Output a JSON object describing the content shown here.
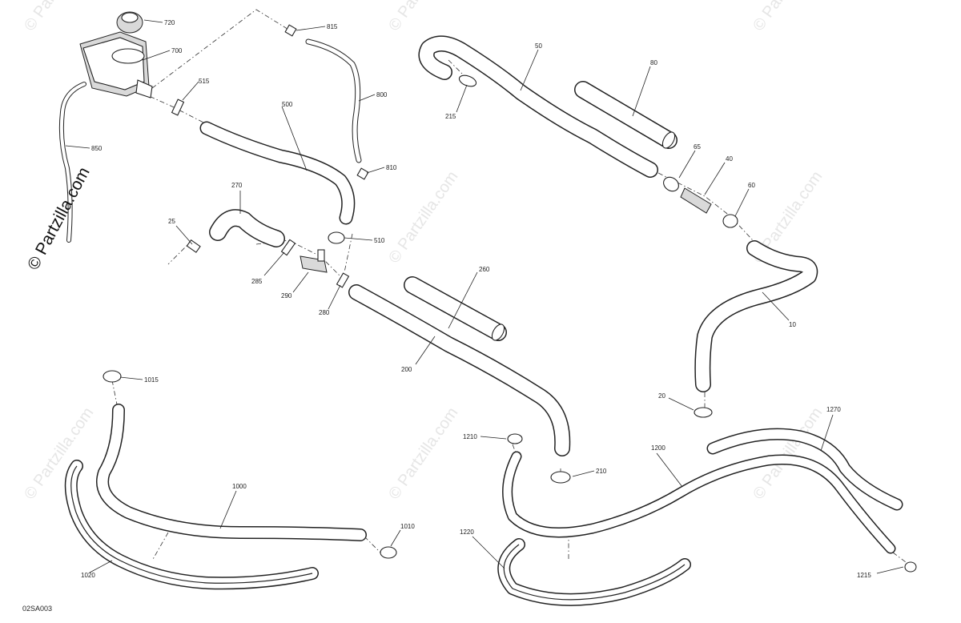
{
  "copyright": "© Partzilla.com",
  "watermark": "© Partzilla.com",
  "drawing_code": "02SA003",
  "callouts": {
    "c720": "720",
    "c700": "700",
    "c815": "815",
    "c515": "515",
    "c800": "800",
    "c500": "500",
    "c850": "850",
    "c810": "810",
    "c270": "270",
    "c25": "25",
    "c510": "510",
    "c285": "285",
    "c290": "290",
    "c280": "280",
    "c50": "50",
    "c80": "80",
    "c215": "215",
    "c65": "65",
    "c40": "40",
    "c60": "60",
    "c10": "10",
    "c20": "20",
    "c260": "260",
    "c200": "200",
    "c210": "210",
    "c1015": "1015",
    "c1000": "1000",
    "c1010": "1010",
    "c1020": "1020",
    "c1210": "1210",
    "c1200": "1200",
    "c1270": "1270",
    "c1220": "1220",
    "c1215": "1215"
  }
}
